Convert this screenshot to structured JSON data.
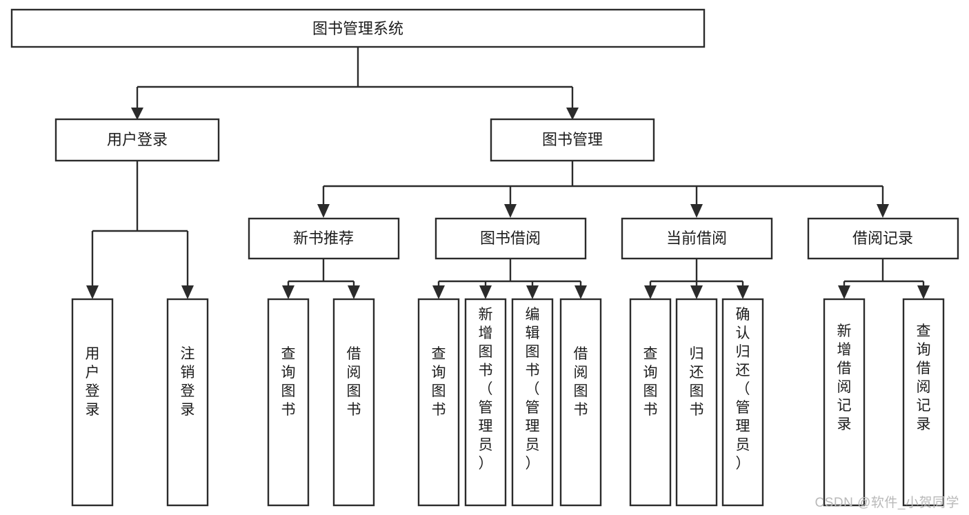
{
  "diagram": {
    "type": "tree-hierarchy-chart",
    "title": "图书管理系统",
    "watermark": "CSDN @软件_小贺同学",
    "colors": {
      "stroke": "#2b2b2b",
      "fill": "#ffffff",
      "text": "#1c1c1c",
      "watermark": "#b9b9b9"
    },
    "root": {
      "label": "图书管理系统",
      "orientation": "horizontal"
    },
    "level2": [
      {
        "id": "user-login",
        "label": "用户登录",
        "orientation": "horizontal"
      },
      {
        "id": "book-management",
        "label": "图书管理",
        "orientation": "horizontal"
      }
    ],
    "level3": [
      {
        "id": "new-book-recommend",
        "label": "新书推荐",
        "orientation": "horizontal",
        "parent": "book-management"
      },
      {
        "id": "book-borrow",
        "label": "图书借阅",
        "orientation": "horizontal",
        "parent": "book-management"
      },
      {
        "id": "current-borrow",
        "label": "当前借阅",
        "orientation": "horizontal",
        "parent": "book-management"
      },
      {
        "id": "borrow-record",
        "label": "借阅记录",
        "orientation": "horizontal",
        "parent": "book-management"
      }
    ],
    "leaves": {
      "user-login": [
        {
          "id": "leaf-user-login",
          "label": "用户登录"
        },
        {
          "id": "leaf-user-logout",
          "label": "注销登录"
        }
      ],
      "new-book-recommend": [
        {
          "id": "leaf-query-book-1",
          "label": "查询图书"
        },
        {
          "id": "leaf-borrow-book-1",
          "label": "借阅图书"
        }
      ],
      "book-borrow": [
        {
          "id": "leaf-query-book-2",
          "label": "查询图书"
        },
        {
          "id": "leaf-add-book",
          "label": "新增图书（管理员）"
        },
        {
          "id": "leaf-edit-book",
          "label": "编辑图书（管理员）"
        },
        {
          "id": "leaf-borrow-book-2",
          "label": "借阅图书"
        }
      ],
      "current-borrow": [
        {
          "id": "leaf-query-book-3",
          "label": "查询图书"
        },
        {
          "id": "leaf-return-book",
          "label": "归还图书"
        },
        {
          "id": "leaf-confirm-return",
          "label": "确认归还（管理员）"
        }
      ],
      "borrow-record": [
        {
          "id": "leaf-add-record",
          "label": "新增借阅记录"
        },
        {
          "id": "leaf-query-record",
          "label": "查询借阅记录"
        }
      ]
    }
  }
}
